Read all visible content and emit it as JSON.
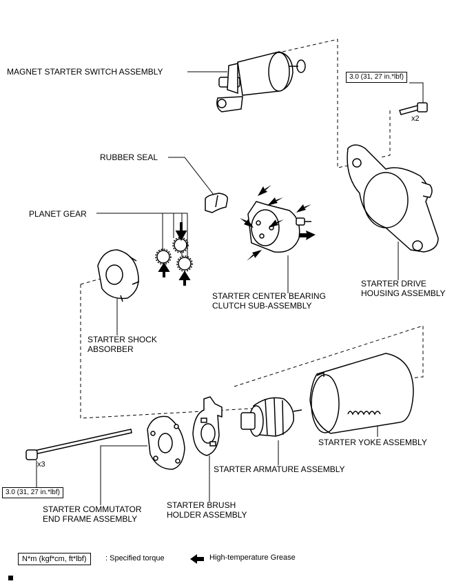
{
  "labels": {
    "magnet_switch": "MAGNET STARTER SWITCH ASSEMBLY",
    "rubber_seal": "RUBBER SEAL",
    "planet_gear": "PLANET GEAR",
    "center_bearing_line1": "STARTER CENTER BEARING",
    "center_bearing_line2": "CLUTCH SUB-ASSEMBLY",
    "drive_housing_line1": "STARTER DRIVE",
    "drive_housing_line2": "HOUSING ASSEMBLY",
    "shock_absorber_line1": "STARTER SHOCK",
    "shock_absorber_line2": "ABSORBER",
    "yoke": "STARTER YOKE ASSEMBLY",
    "armature": "STARTER ARMATURE ASSEMBLY",
    "commutator_line1": "STARTER COMMUTATOR",
    "commutator_line2": "END FRAME ASSEMBLY",
    "brush_holder_line1": "STARTER BRUSH",
    "brush_holder_line2": "HOLDER ASSEMBLY"
  },
  "torque": {
    "upper_value": "3.0 (31, 27 in.*lbf)",
    "upper_qty": "x2",
    "lower_value": "3.0 (31, 27 in.*lbf)",
    "lower_qty": "x3"
  },
  "legend": {
    "units_box": "N*m (kgf*cm, ft*lbf)",
    "units_desc": ": Specified torque",
    "grease_desc": "High-temperature Grease"
  }
}
